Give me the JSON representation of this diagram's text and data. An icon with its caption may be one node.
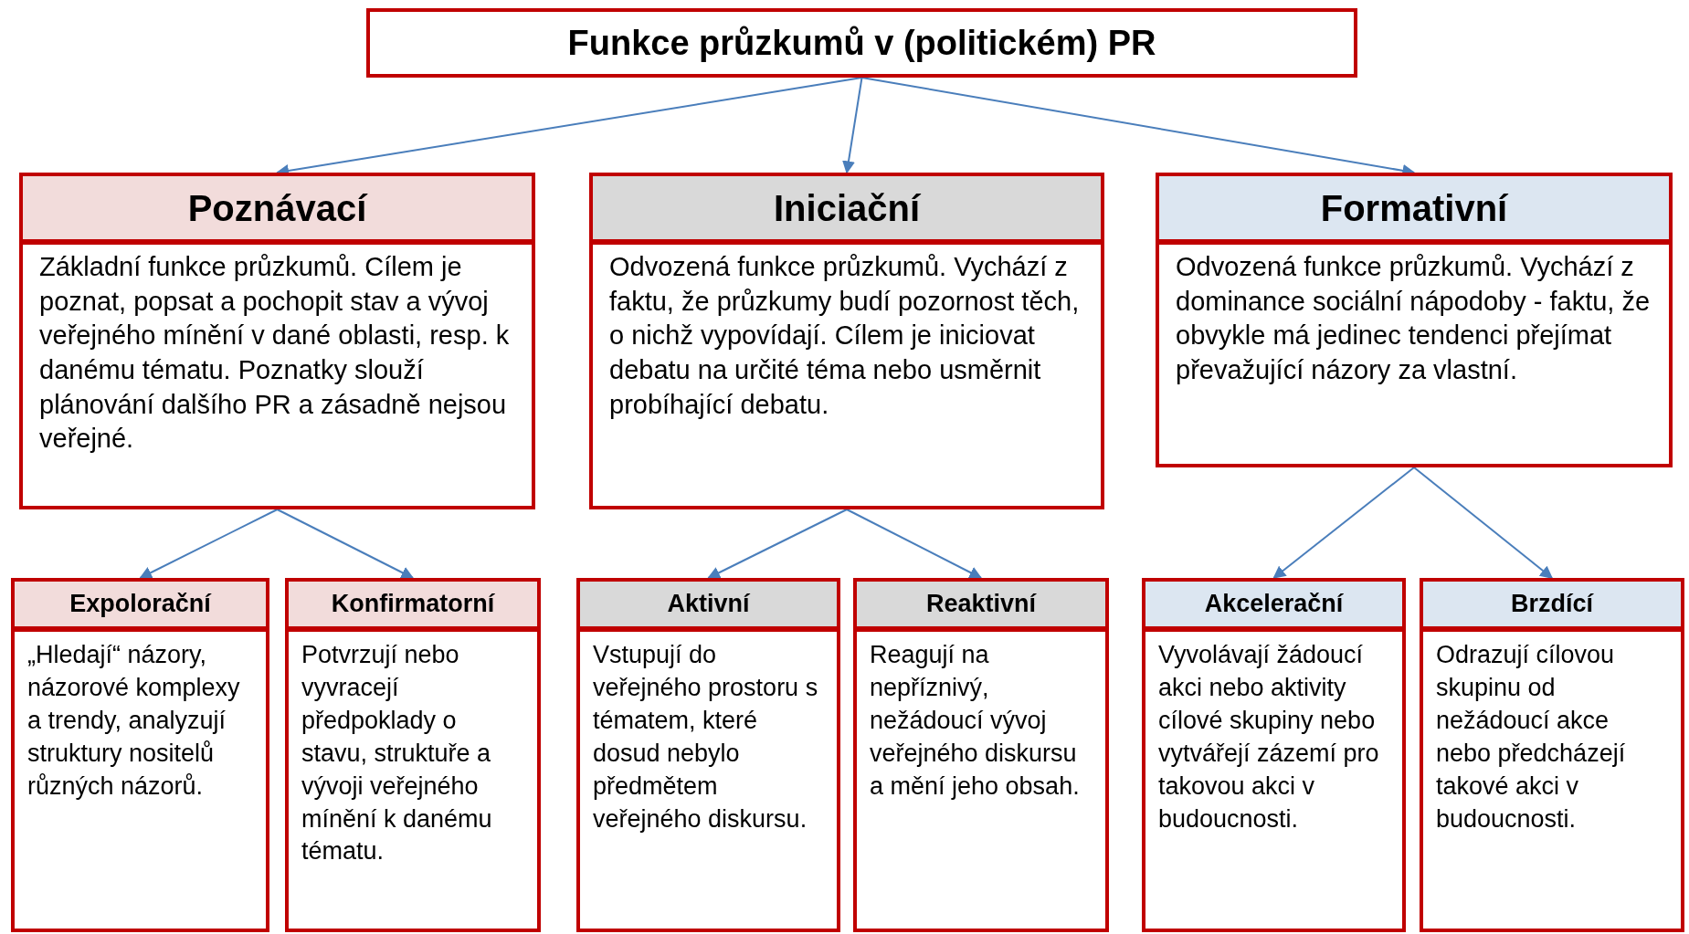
{
  "diagram": {
    "nodes": [
      {
        "text": [
          "Funkce průzkumů v (politickém) PR"
        ]
      },
      {
        "text": [
          "Poznávací"
        ]
      },
      {
        "text": [
          "Základní funkce průzkumů. Cílem je poznat, popsat a pochopit stav a vývoj veřejného mínění v dané oblasti, resp. k danému tématu. Poznatky slouží plánování dalšího PR a zásadně nejsou veřejné."
        ]
      },
      {
        "text": [
          "Iniciační"
        ]
      },
      {
        "text": [
          "Odvozená funkce průzkumů. Vychází z faktu, že průzkumy budí pozornost těch, o nichž vypovídají. Cílem je iniciovat debatu na určité téma nebo usměrnit probíhající debatu."
        ]
      },
      {
        "text": [
          "Formativní"
        ]
      },
      {
        "text": [
          "Odvozená funkce průzkumů. Vychází z dominance sociální nápodoby - faktu, že obvykle má jedinec tendenci přejímat převažující názory za vlastní."
        ]
      },
      {
        "text": [
          "Expolorační"
        ]
      },
      {
        "text": [
          "„Hledají“ názory, názorové komplexy a trendy, analyzují struktury nositelů různých názorů."
        ]
      },
      {
        "text": [
          "Konfirmatorní"
        ]
      },
      {
        "text": [
          "Potvrzují nebo vyvracejí předpoklady o stavu, struktuře a vývoji veřejného mínění k danému tématu."
        ]
      },
      {
        "text": [
          "Aktivní"
        ]
      },
      {
        "text": [
          "Vstupují do veřejného prostoru s tématem, které dosud nebylo předmětem veřejného diskursu."
        ]
      },
      {
        "text": [
          "Reaktivní"
        ]
      },
      {
        "text": [
          "Reagují na nepříznivý, nežádoucí vývoj veřejného diskursu a mění jeho obsah."
        ]
      },
      {
        "text": [
          "Akcelerační"
        ]
      },
      {
        "text": [
          "Vyvolávají žádoucí akci nebo aktivity cílové skupiny nebo vytvářejí zázemí pro takovou akci v budoucnosti."
        ]
      },
      {
        "text": [
          "Brzdící"
        ]
      },
      {
        "text": [
          "Odrazují cílovou skupinu od nežádoucí akce nebo předcházejí takové akci v budoucnosti."
        ]
      }
    ],
    "edges": [
      {
        "from": 0,
        "to": 1,
        "arrow": "to"
      },
      {
        "from": 0,
        "to": 3,
        "arrow": "to"
      },
      {
        "from": 0,
        "to": 5,
        "arrow": "to"
      },
      {
        "from": 2,
        "to": 7,
        "arrow": "to"
      },
      {
        "from": 2,
        "to": 9,
        "arrow": "to"
      },
      {
        "from": 4,
        "to": 11,
        "arrow": "to"
      },
      {
        "from": 4,
        "to": 13,
        "arrow": "to"
      },
      {
        "from": 6,
        "to": 15,
        "arrow": "to"
      },
      {
        "from": 6,
        "to": 17,
        "arrow": "to"
      }
    ]
  }
}
